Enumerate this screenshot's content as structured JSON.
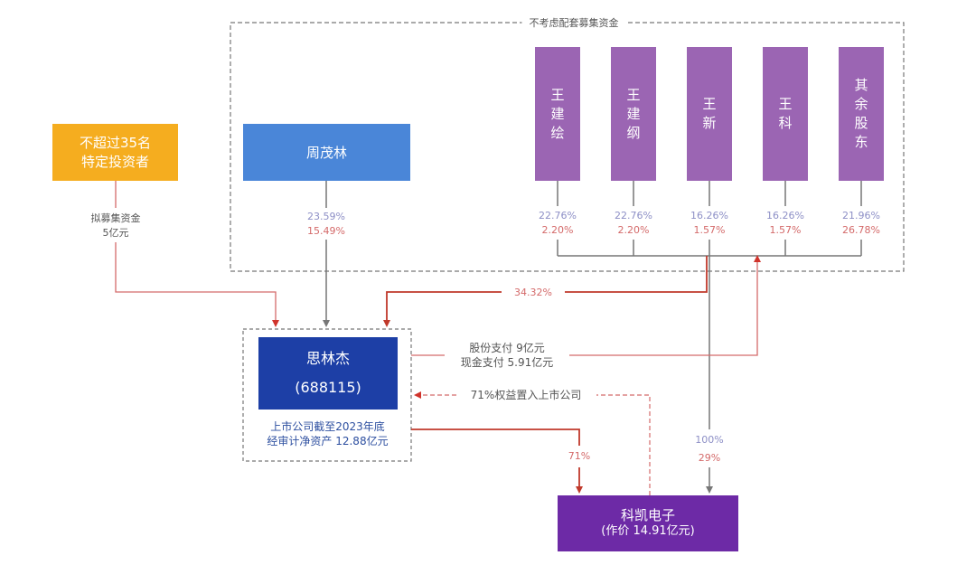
{
  "diagram": {
    "group_title": "不考虑配套募集资金",
    "investors_node": {
      "line1": "不超过35名",
      "line2": "特定投资者"
    },
    "raise_label": {
      "line1": "拟募集资金",
      "line2": "5亿元"
    },
    "zhou_node": {
      "name": "周茂林",
      "pct_before": "23.59%",
      "pct_after": "15.49%"
    },
    "shareholders": [
      {
        "chars": [
          "王",
          "建",
          "绘"
        ],
        "pct_before": "22.76%",
        "pct_after": "2.20%"
      },
      {
        "chars": [
          "王",
          "建",
          "纲"
        ],
        "pct_before": "22.76%",
        "pct_after": "2.20%"
      },
      {
        "chars": [
          "王",
          "新"
        ],
        "pct_before": "16.26%",
        "pct_after": "1.57%"
      },
      {
        "chars": [
          "王",
          "科"
        ],
        "pct_before": "16.26%",
        "pct_after": "1.57%"
      },
      {
        "chars": [
          "其",
          "余",
          "股",
          "东"
        ],
        "pct_before": "21.96%",
        "pct_after": "26.78%"
      }
    ],
    "listed_company": {
      "name": "思林杰",
      "code": "(688115)",
      "caption_line1": "上市公司截至2023年底",
      "caption_line2": "经审计净资产 12.88亿元"
    },
    "consolidated_pct": "34.32%",
    "payment_label": {
      "line1": "股份支付 9亿元",
      "line2": "现金支付 5.91亿元"
    },
    "equity_transfer_label": "71%权益置入上市公司",
    "listed_to_target_pct": "71%",
    "holders_to_target_pct": {
      "before": "100%",
      "after": "29%"
    },
    "target_company": {
      "name": "科凯电子",
      "valuation": "(作价 14.91亿元)"
    },
    "colors": {
      "orange": "#f5ad1f",
      "blue": "#4a86d8",
      "purple": "#9b65b3",
      "navy": "#1d3fa6",
      "violet": "#6d2aa6",
      "red_arrow": "#c0392b",
      "gray_line": "#777777"
    }
  }
}
